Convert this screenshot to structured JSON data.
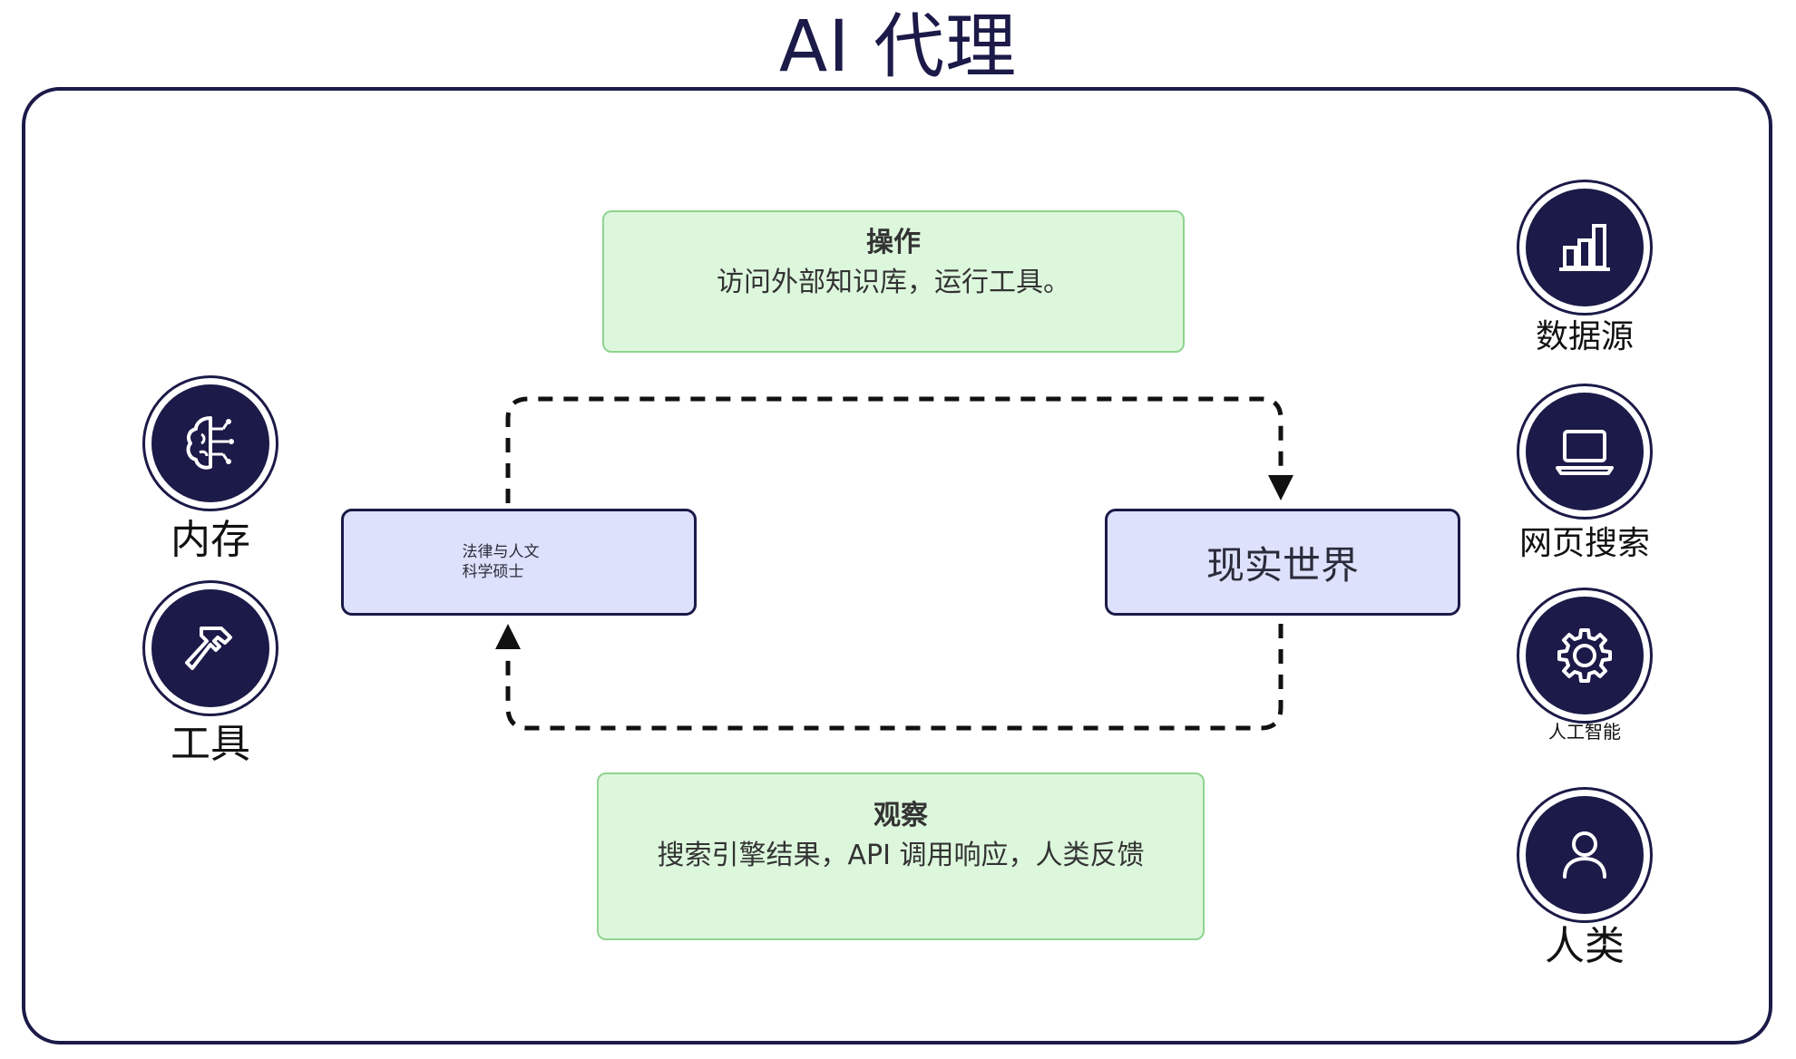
{
  "title": "AI 代理",
  "action": {
    "title": "操作",
    "description": "访问外部知识库，运行工具。"
  },
  "observation": {
    "title": "观察",
    "description": "搜索引擎结果，API 调用响应，人类反馈"
  },
  "agent": {
    "line1": "法律与人文",
    "line2": "科学硕士"
  },
  "world": {
    "label": "现实世界"
  },
  "left_icons": [
    {
      "icon": "brain-icon",
      "label": "内存"
    },
    {
      "icon": "hammer-icon",
      "label": "工具"
    }
  ],
  "right_icons": [
    {
      "icon": "bar-chart-icon",
      "label": "数据源"
    },
    {
      "icon": "laptop-icon",
      "label": "网页搜索"
    },
    {
      "icon": "gear-icon",
      "label": "人工智能"
    },
    {
      "icon": "person-icon",
      "label": "人类"
    }
  ],
  "colors": {
    "navy": "#1b1a48",
    "green_fill": "#ddf7dd",
    "green_border": "#8fd48f",
    "blue_fill": "#dde1fb"
  }
}
